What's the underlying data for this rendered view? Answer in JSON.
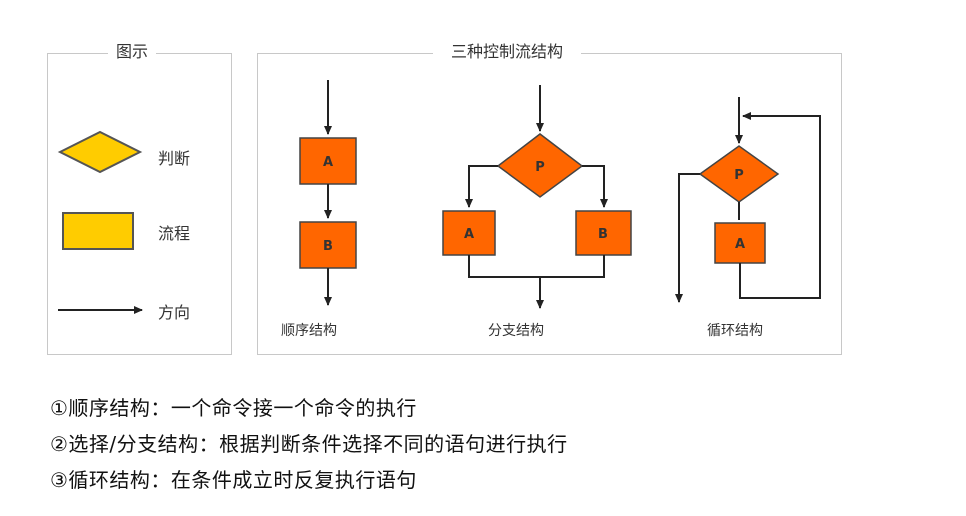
{
  "legend": {
    "title": "图示",
    "items": [
      {
        "label": "判断",
        "icon": "diamond-icon"
      },
      {
        "label": "流程",
        "icon": "rectangle-icon"
      },
      {
        "label": "方向",
        "icon": "arrow-right-icon"
      }
    ]
  },
  "diagram": {
    "title": "三种控制流结构",
    "sequence": {
      "caption": "顺序结构",
      "box_a": "A",
      "box_b": "B"
    },
    "branch": {
      "caption": "分支结构",
      "decision": "P",
      "box_a": "A",
      "box_b": "B"
    },
    "loop": {
      "caption": "循环结构",
      "decision": "P",
      "box_a": "A"
    }
  },
  "descriptions": [
    "①顺序结构：一个命令接一个命令的执行",
    "②选择/分支结构：根据判断条件选择不同的语句进行执行",
    "③循环结构：在条件成立时反复执行语句"
  ],
  "colors": {
    "legend_fill": "#ffcc00",
    "diagram_fill": "#ff6600",
    "outline": "#444444",
    "arrow": "#222222"
  }
}
